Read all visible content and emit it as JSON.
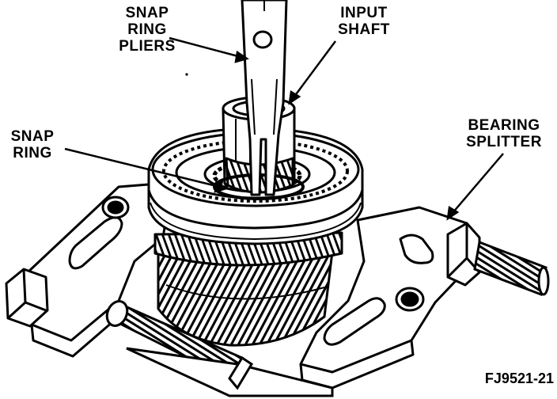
{
  "labels": {
    "snap_ring_pliers": [
      "SNAP",
      "RING",
      "PLIERS"
    ],
    "input_shaft": [
      "INPUT",
      "SHAFT"
    ],
    "snap_ring": [
      "SNAP",
      "RING"
    ],
    "bearing_splitter": [
      "BEARING",
      "SPLITTER"
    ]
  },
  "figure_id": "FJ9521-21",
  "colors": {
    "ink": "#000000",
    "paper": "#ffffff",
    "shade": "#d9d9d9"
  }
}
